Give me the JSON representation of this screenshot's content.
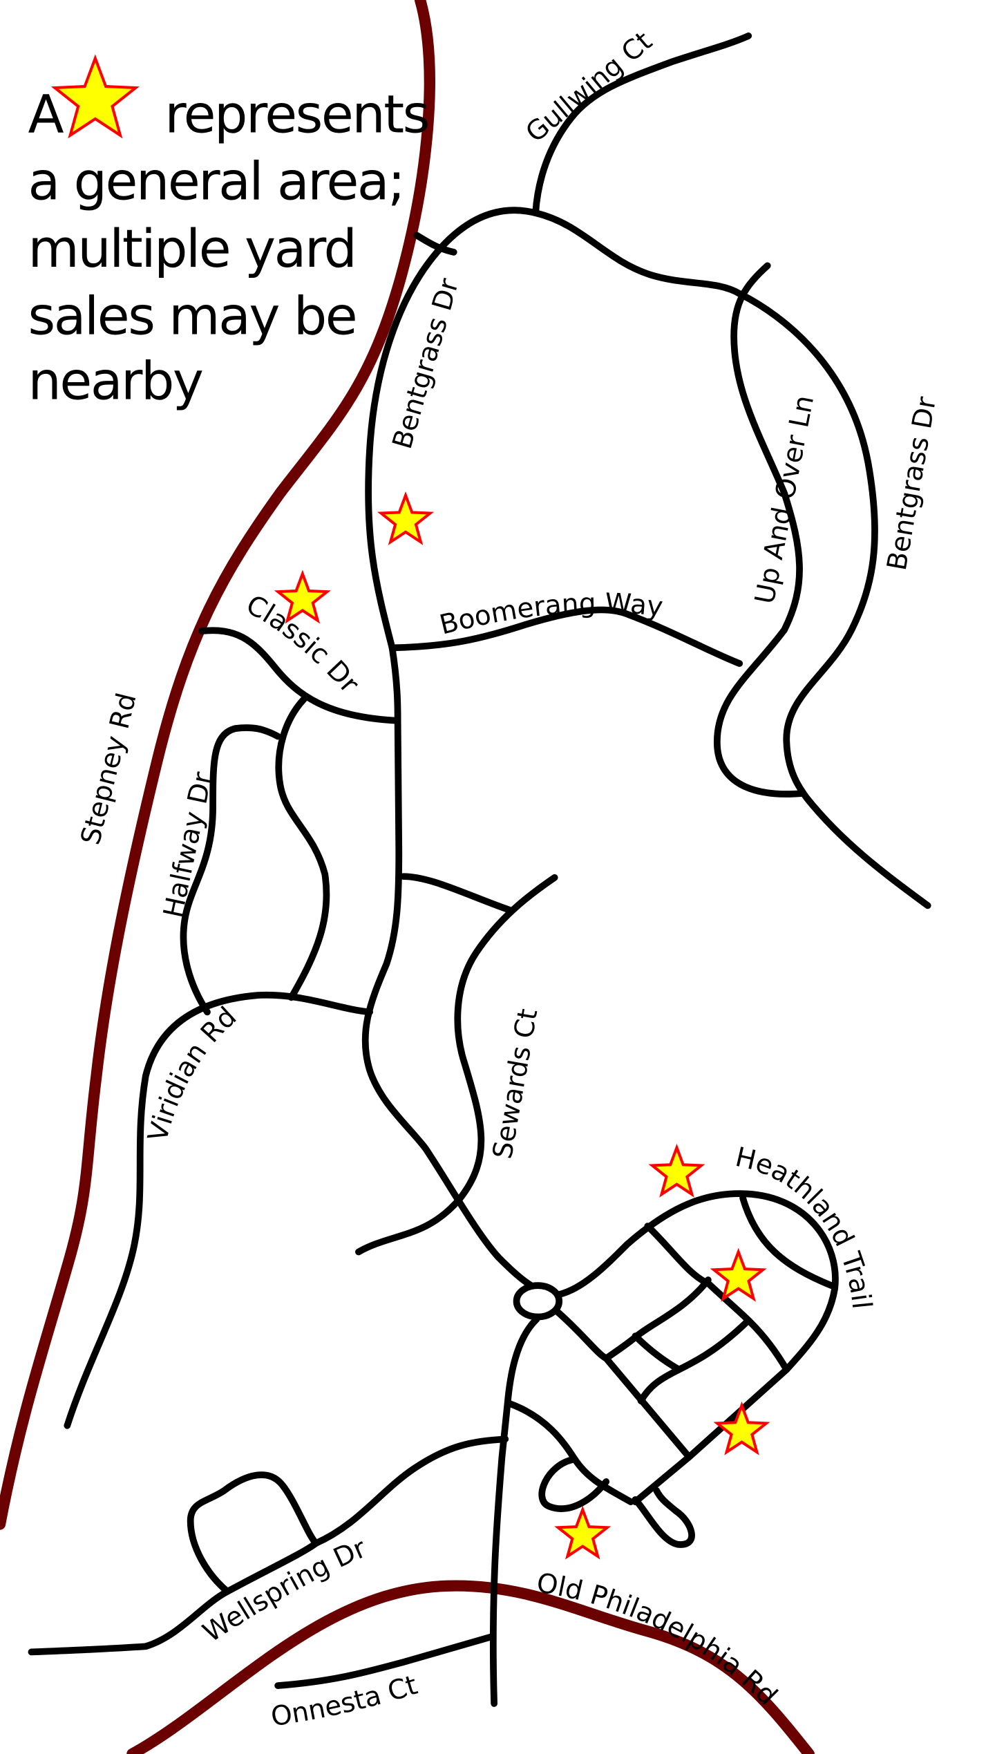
{
  "legend": {
    "line1_prefix": "A",
    "line1_suffix": "represents",
    "line2": "a general area;",
    "line3": "multiple yard",
    "line4": "sales may be",
    "line5": "nearby",
    "icon": "star-icon"
  },
  "colors": {
    "major_road": "#6b0000",
    "road": "#000000",
    "star_fill": "#ffff00",
    "star_stroke": "#ff0000"
  },
  "streets": {
    "gullwing_ct": "Gullwing Ct",
    "bentgrass_dr_west": "Bentgrass Dr",
    "bentgrass_dr_east": "Bentgrass Dr",
    "up_and_over_ln": "Up And Over Ln",
    "boomerang_way": "Boomerang Way",
    "classic_dr": "Classic Dr",
    "stepney_rd": "Stepney Rd",
    "halfway_dr": "Halfway Dr",
    "viridian_rd": "Viridian Rd",
    "sewards_ct": "Sewards Ct",
    "heathland_trail": "Heathland Trail",
    "wellspring_dr": "Wellspring Dr",
    "old_philadelphia_rd": "Old Philadelphia Rd",
    "onnesta_ct": "Onnesta Ct"
  },
  "yard_sale_markers": 6
}
